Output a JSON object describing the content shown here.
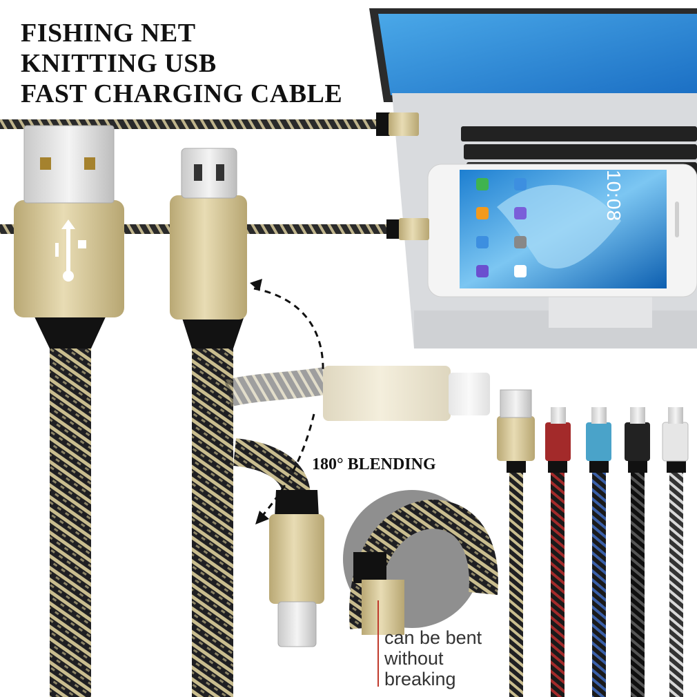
{
  "headline": {
    "line1": "FISHING NET",
    "line2": "KNITTING USB",
    "line3": "FAST CHARGING CABLE"
  },
  "bend_label": "180° BLENDING",
  "callout": {
    "line1": "can be bent",
    "line2": "without",
    "line3": "breaking"
  },
  "phone_clock": "10:08",
  "cable_colors": [
    "#c9b98a",
    "#a32a2a",
    "#4aa3c9",
    "#222222",
    "#e6e6e6"
  ],
  "accent": "#c9b98a"
}
